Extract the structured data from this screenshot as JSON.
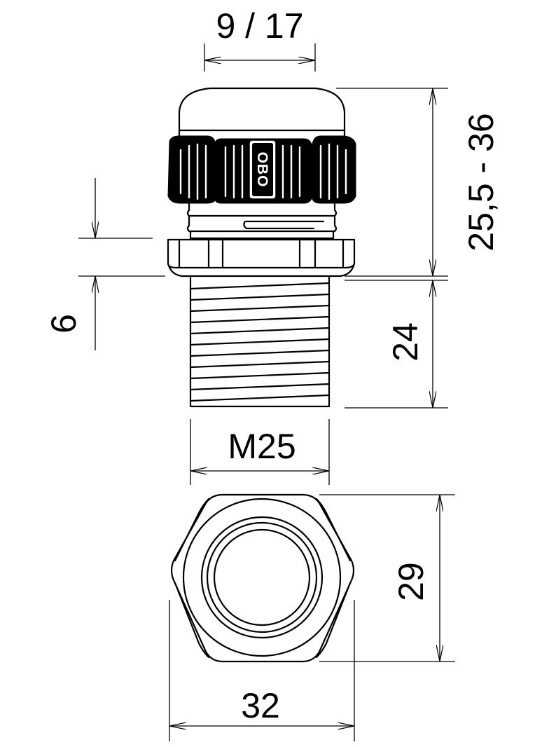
{
  "dimensions": {
    "seal_range": "9 / 17",
    "body_height": "25,5 - 36",
    "flange_thickness": "6",
    "thread_length": "24",
    "thread_size": "M25",
    "across_flats": "29",
    "across_corners": "32"
  },
  "brand_mark": "OBO",
  "colors": {
    "line": "#000000",
    "background": "#ffffff"
  }
}
